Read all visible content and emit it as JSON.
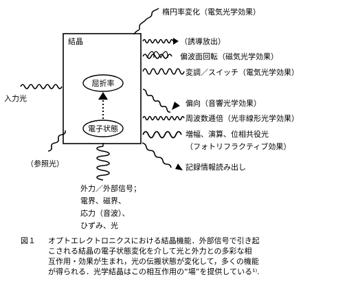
{
  "crystal": {
    "label": "結晶",
    "refractive_index": "屈折率",
    "electron_state": "電子状態"
  },
  "inputs": {
    "input_light": "入力光",
    "reference_light": "（参照光）"
  },
  "external": {
    "lines": [
      "外力／外部信号；",
      "電界、磁界、",
      "応力（音波）、",
      "ひずみ、光"
    ]
  },
  "outputs": [
    "楕円率変化（電気光学効果）",
    "（誘導放出）",
    "偏波面回転（磁気光学効果）",
    "変調／スイッチ（電気光学効果）",
    "偏向（音響光学効果）",
    "周波数逓倍（光非線形光学効果）",
    "増幅、演算、位相共役光",
    "（フォトリフラクティブ効果）",
    "記録情報読み出し"
  ],
  "caption": {
    "number": "図１",
    "lines": [
      "オプトエレクトロニクスにおける結晶機能．外部信号で引き起",
      "こされる結晶の電子状態変化を介して光と外力との多彩な相",
      "互作用・効果が生まれ，光の伝搬状態が変化して，多くの機能",
      "が得られる．光学結晶はこの相互作用の“場”を提供している¹⁾."
    ]
  }
}
